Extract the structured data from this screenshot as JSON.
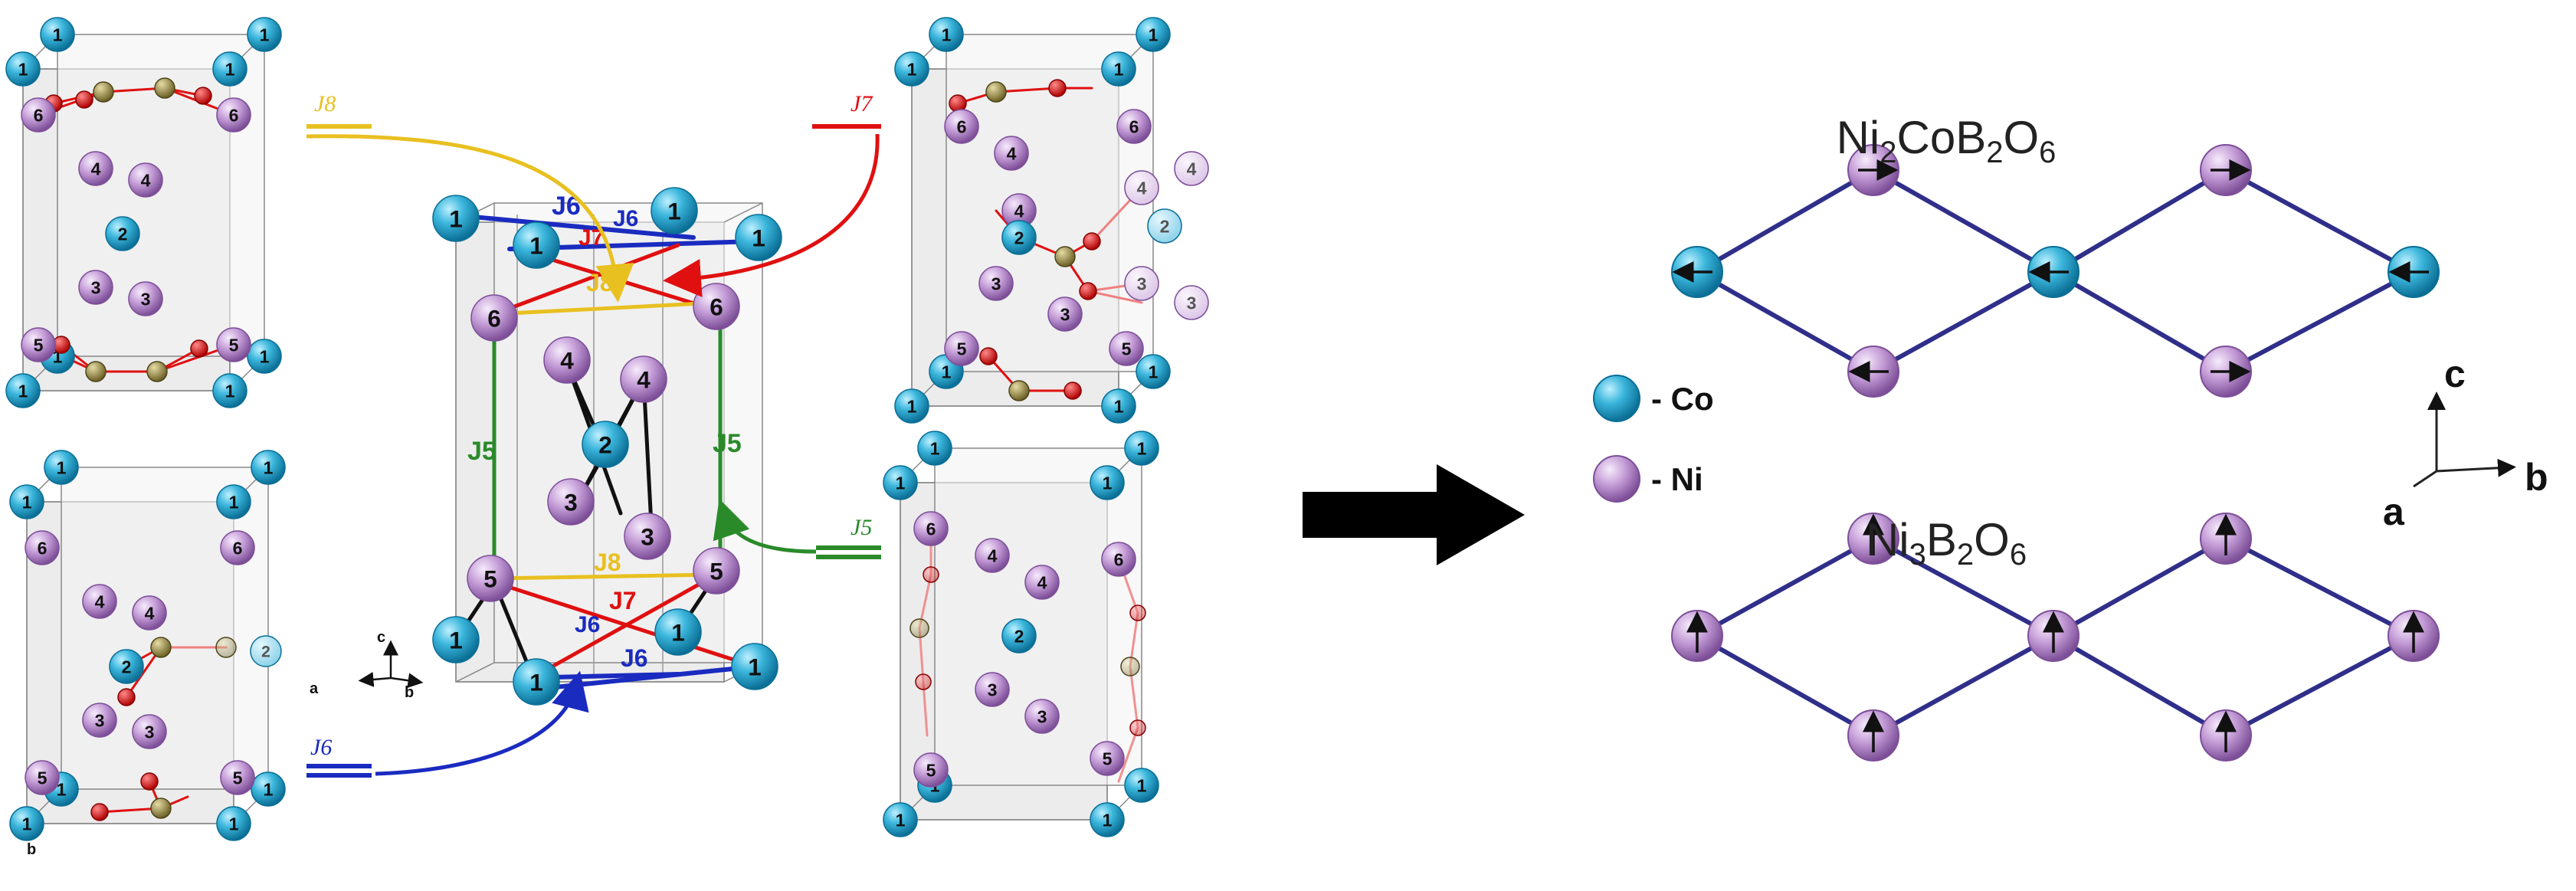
{
  "colors": {
    "co": "#3bb6dc",
    "ni": "#c39bd6",
    "b": "#8a7d3c",
    "o": "#e01010",
    "j5": "#2a8a2a",
    "j6": "#1a2bc0",
    "j7": "#e01010",
    "j8": "#e8c020",
    "lattice": "#2f2f8a",
    "box": "#ececec"
  },
  "exchange": {
    "j5": "J5",
    "j6": "J6",
    "j7": "J7",
    "j8": "J8",
    "j5_italic": "J5",
    "j6_italic": "J6",
    "j7_italic": "J7",
    "j8_italic": "J8"
  },
  "sites": {
    "s1": "1",
    "s2": "2",
    "s3": "3",
    "s4": "4",
    "s5": "5",
    "s6": "6"
  },
  "axes_small": {
    "a": "a",
    "b": "b",
    "c": "c"
  },
  "panel_letter": "b",
  "transition_arrow": "right-arrow",
  "right_panel": {
    "top_formula": {
      "base1": "Ni",
      "sub1": "2",
      "base2": "CoB",
      "sub2": "2",
      "base3": "O",
      "sub3": "6"
    },
    "bottom_formula": {
      "base1": "Ni",
      "sub1": "3",
      "base2": "B",
      "sub2": "2",
      "base3": "O",
      "sub3": "6"
    },
    "legend": [
      {
        "label": "- Co",
        "color": "#3bb6dc"
      },
      {
        "label": "- Ni",
        "color": "#c39bd6"
      }
    ],
    "axes": {
      "a": "a",
      "b": "b",
      "c": "c"
    },
    "top_spins": [
      "left",
      "right",
      "left",
      "left",
      "right",
      "right",
      "left"
    ],
    "bottom_spins": [
      "up",
      "up",
      "up",
      "up",
      "up",
      "up",
      "up"
    ]
  }
}
